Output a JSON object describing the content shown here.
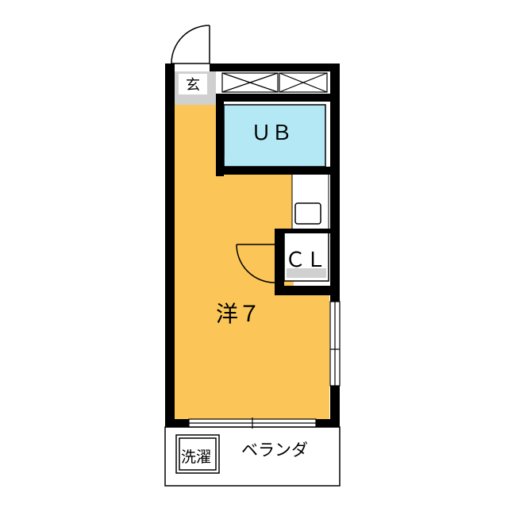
{
  "plan": {
    "entrance_label": "玄",
    "bath_label": "ＵＢ",
    "closet_label": "ＣＬ",
    "room_label": "洋７",
    "laundry_label": "洗濯",
    "balcony_label": "ベランダ"
  },
  "colors": {
    "room_fill": "#fbc657",
    "bath_fill": "#b5e8f5",
    "entrance_fill": "#d0d0d0",
    "wall": "#000000",
    "background": "#ffffff"
  }
}
